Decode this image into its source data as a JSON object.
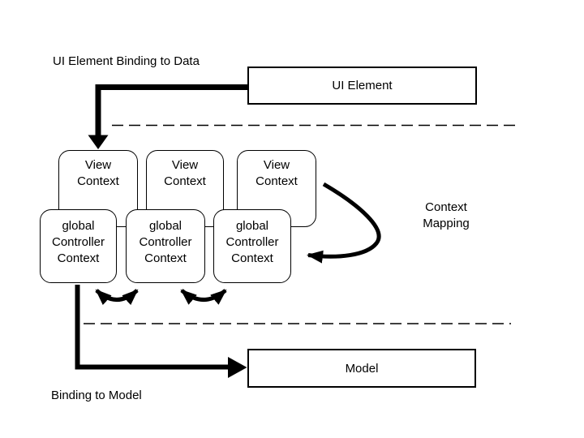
{
  "title": "UI Element Binding to Data",
  "labels": {
    "context_mapping": "Context\nMapping",
    "binding_to_model": "Binding to Model"
  },
  "boxes": {
    "ui_element": "UI Element",
    "model": "Model",
    "view_contexts": [
      "View\nContext",
      "View\nContext",
      "View\nContext"
    ],
    "controller_contexts": [
      "global\nController\nContext",
      "global\nController\nContext",
      "global\nController\nContext"
    ]
  },
  "arrows": {
    "ui_binding_arrow": "from title area down to first View Context",
    "model_binding_arrow": "from first global Controller Context to Model",
    "context_mapping_arrow": "curved arrow into third global Controller Context",
    "sync_arrows": "two double-headed arcs between controller contexts"
  },
  "colors": {
    "ink": "#000000",
    "background": "#ffffff"
  }
}
